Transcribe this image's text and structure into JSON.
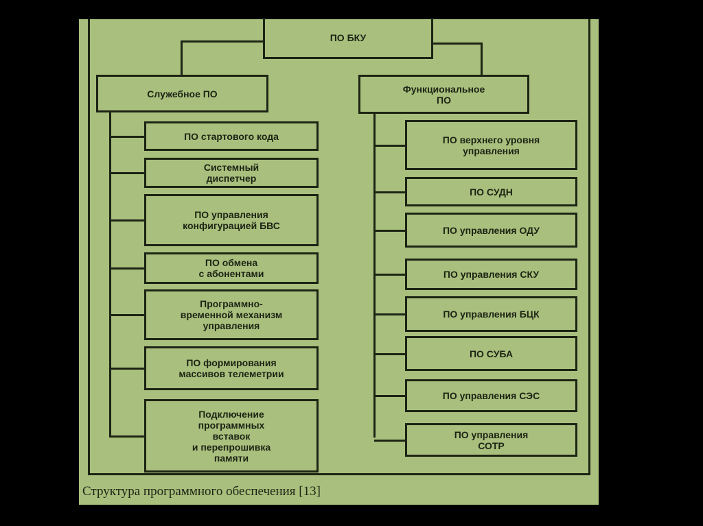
{
  "root": "ПО БКУ",
  "left_group": {
    "title": "Служебное ПО",
    "items": [
      "ПО стартового кода",
      "Системный\nдиспетчер",
      "ПО управления\nконфигурацией БВС",
      "ПО обмена\nс абонентами",
      "Программно-\nвременной механизм\nуправления",
      "ПО формирования\nмассивов телеметрии",
      "Подключение\nпрограммных\nвставок\nи перепрошивка\nпамяти"
    ]
  },
  "right_group": {
    "title": "Функциональное\nПО",
    "items": [
      "ПО верхнего уровня\nуправления",
      "ПО СУДН",
      "ПО управления ОДУ",
      "ПО управления СКУ",
      "ПО управления БЦК",
      "ПО СУБА",
      "ПО управления СЭС",
      "ПО управления\nСОТР"
    ]
  },
  "caption": "Структура программного обеспечения [13]"
}
